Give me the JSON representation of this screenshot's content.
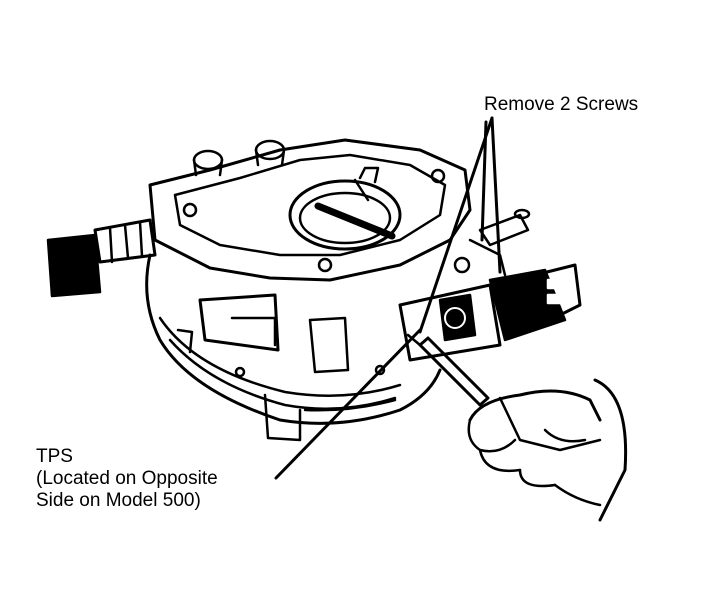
{
  "labels": {
    "screws": "Remove 2 Screws",
    "tps_line1": "TPS",
    "tps_line2": "(Located on Opposite",
    "tps_line3": "Side on Model 500)"
  },
  "colors": {
    "ink": "#000000",
    "paper": "#ffffff"
  }
}
